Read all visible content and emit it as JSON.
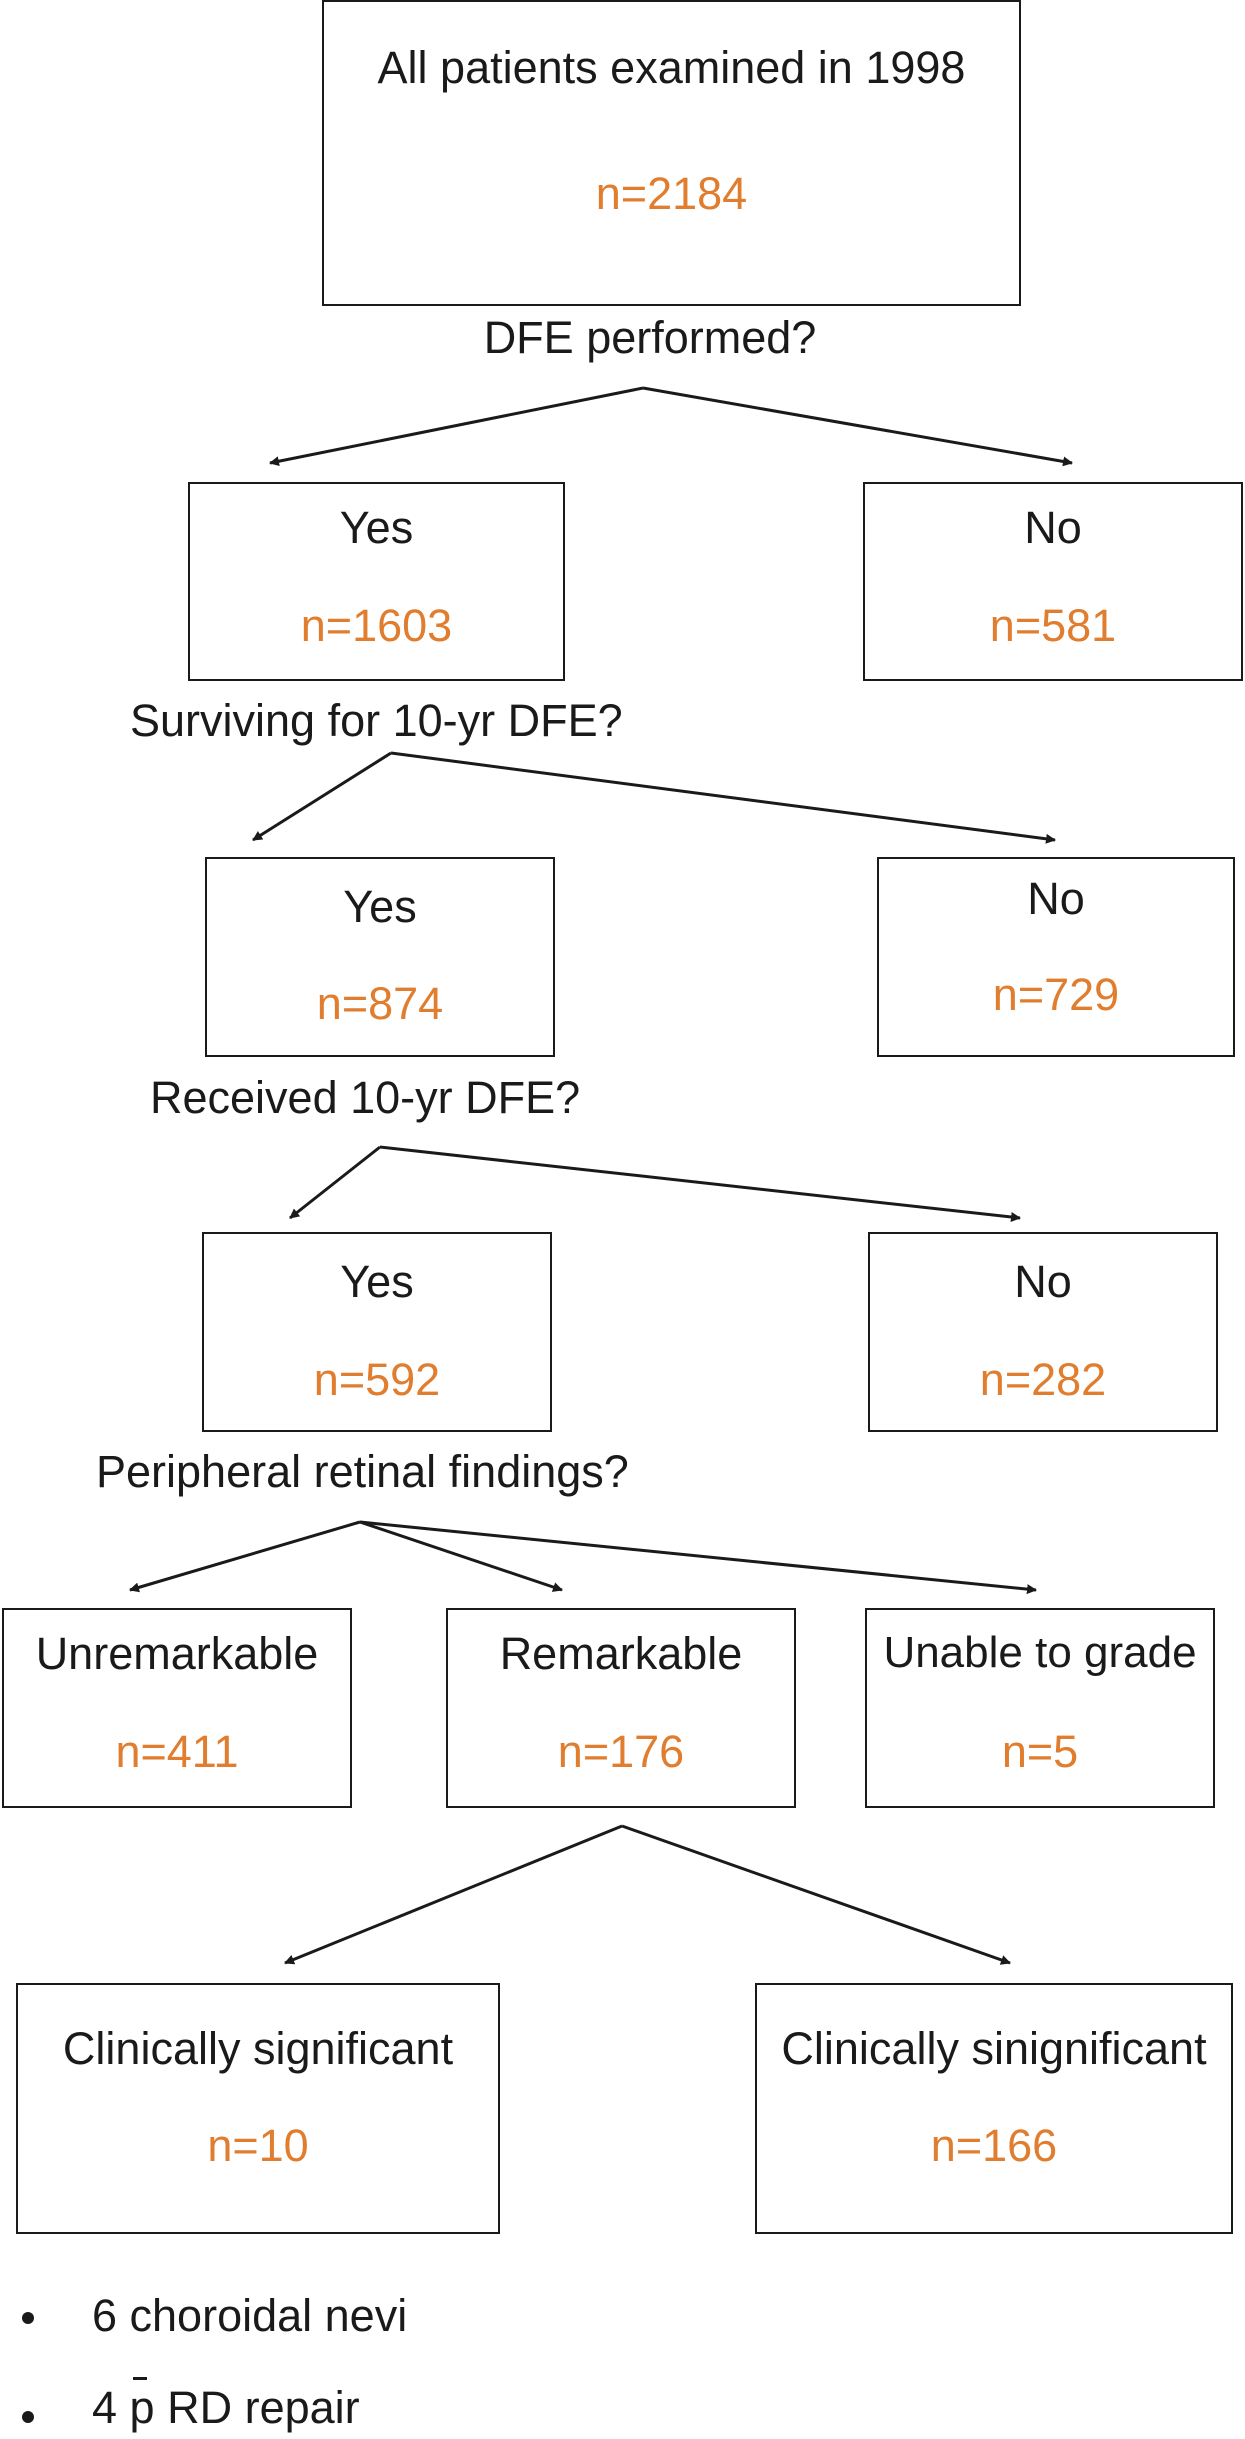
{
  "colors": {
    "count": "#e07d2e",
    "stroke": "#1a1a1a"
  },
  "root": {
    "label": "All patients examined in 1998",
    "count": "n=2184"
  },
  "q1": "DFE performed?",
  "l1": {
    "yes": {
      "label": "Yes",
      "count": "n=1603"
    },
    "no": {
      "label": "No",
      "count": "n=581"
    }
  },
  "q2": "Surviving for 10-yr DFE?",
  "l2": {
    "yes": {
      "label": "Yes",
      "count": "n=874"
    },
    "no": {
      "label": "No",
      "count": "n=729"
    }
  },
  "q3": "Received 10-yr DFE?",
  "l3": {
    "yes": {
      "label": "Yes",
      "count": "n=592"
    },
    "no": {
      "label": "No",
      "count": "n=282"
    }
  },
  "q4": "Peripheral retinal findings?",
  "l4": {
    "unremarkable": {
      "label": "Unremarkable",
      "count": "n=411"
    },
    "remarkable": {
      "label": "Remarkable",
      "count": "n=176"
    },
    "unable": {
      "label": "Unable to grade",
      "count": "n=5"
    }
  },
  "l5": {
    "significant": {
      "label": "Clinically significant",
      "count": "n=10"
    },
    "insignificant": {
      "label": "Clinically sinignificant",
      "count": "n=166"
    }
  },
  "notes": {
    "n1": "6 choroidal nevi",
    "n2_num": "4",
    "n2_p": "p",
    "n2_rest": "RD repair"
  }
}
